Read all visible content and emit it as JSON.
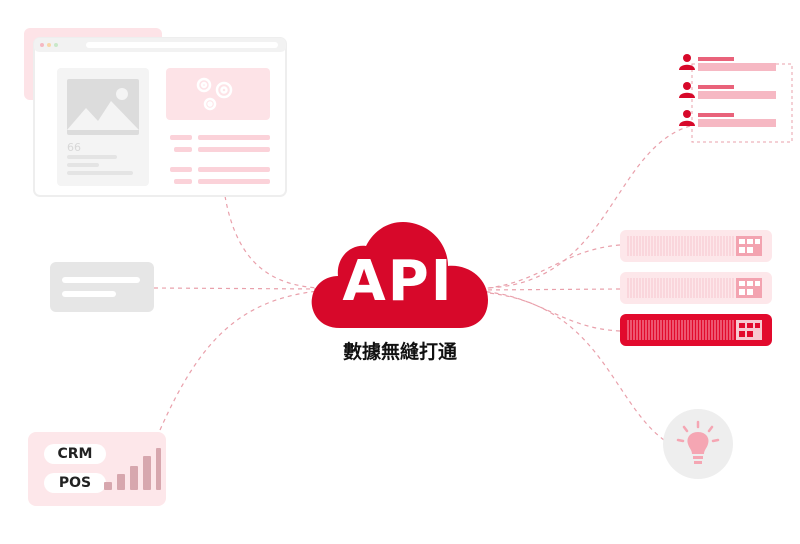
{
  "center": {
    "title": "API",
    "caption": "數據無縫打通"
  },
  "crm_card": {
    "labels": [
      "CRM",
      "POS"
    ]
  },
  "colors": {
    "brand_red": "#d7082a",
    "light_pink": "#fbd9de",
    "pale_pink": "#fdeff1",
    "grey": "#e6e6e6",
    "connector": "#e9a0ab"
  },
  "icons": [
    "browser-window-icon",
    "image-icon",
    "gear-icon",
    "quote-icon",
    "user-icon",
    "calendar-icon",
    "lightbulb-icon",
    "bar-chart-icon",
    "cloud-icon"
  ]
}
